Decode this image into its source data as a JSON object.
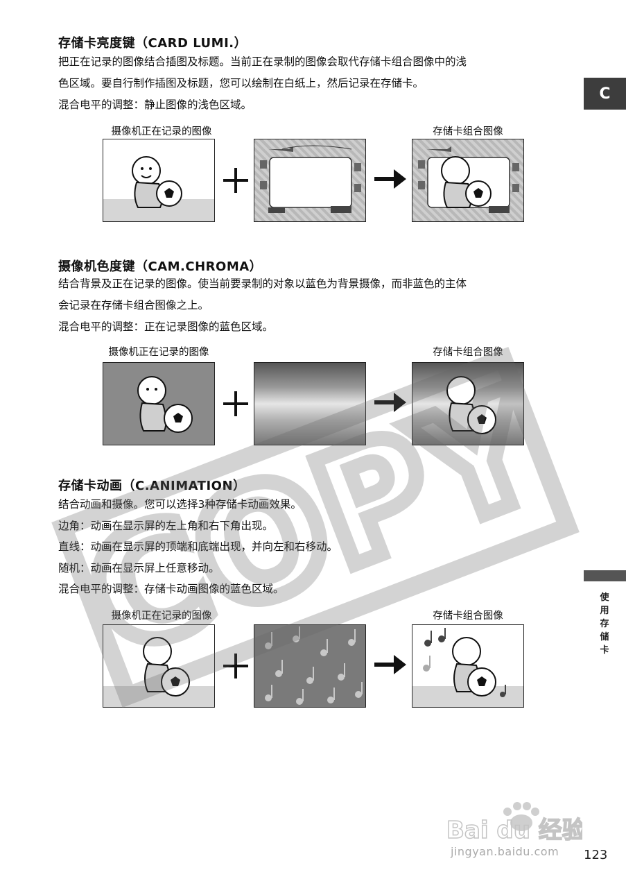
{
  "tab": {
    "label": "C"
  },
  "side_label": "使用存储卡",
  "page_number": "123",
  "sections": [
    {
      "title": "存储卡亮度键（CARD LUMI.）",
      "lines": [
        "把正在记录的图像结合插图及标题。当前正在录制的图像会取代存储卡组合图像中的浅",
        "色区域。要自行制作插图及标题，您可以绘制在白纸上，然后记录在存储卡。",
        "混合电平的调整：静止图像的浅色区域。"
      ],
      "caption_left": "摄像机正在记录的图像",
      "caption_right": "存储卡组合图像"
    },
    {
      "title": "摄像机色度键（CAM.CHROMA）",
      "lines": [
        "结合背景及正在记录的图像。使当前要录制的对象以蓝色为背景摄像，而非蓝色的主体",
        "会记录在存储卡组合图像之上。",
        "混合电平的调整：正在记录图像的蓝色区域。"
      ],
      "caption_left": "摄像机正在记录的图像",
      "caption_right": "存储卡组合图像"
    },
    {
      "title": "存储卡动画（C.ANIMATION）",
      "lines": [
        "结合动画和摄像。您可以选择3种存储卡动画效果。",
        "边角：动画在显示屏的左上角和右下角出现。",
        "直线：动画在显示屏的顶端和底端出现，并向左和右移动。",
        "随机：动画在显示屏上任意移动。",
        "混合电平的调整：存储卡动画图像的蓝色区域。"
      ],
      "caption_left": "摄像机正在记录的图像",
      "caption_right": "存储卡组合图像"
    }
  ],
  "watermark": "COPY",
  "baidu": {
    "logo": "Bai du 经验",
    "url": "jingyan.baidu.com"
  }
}
